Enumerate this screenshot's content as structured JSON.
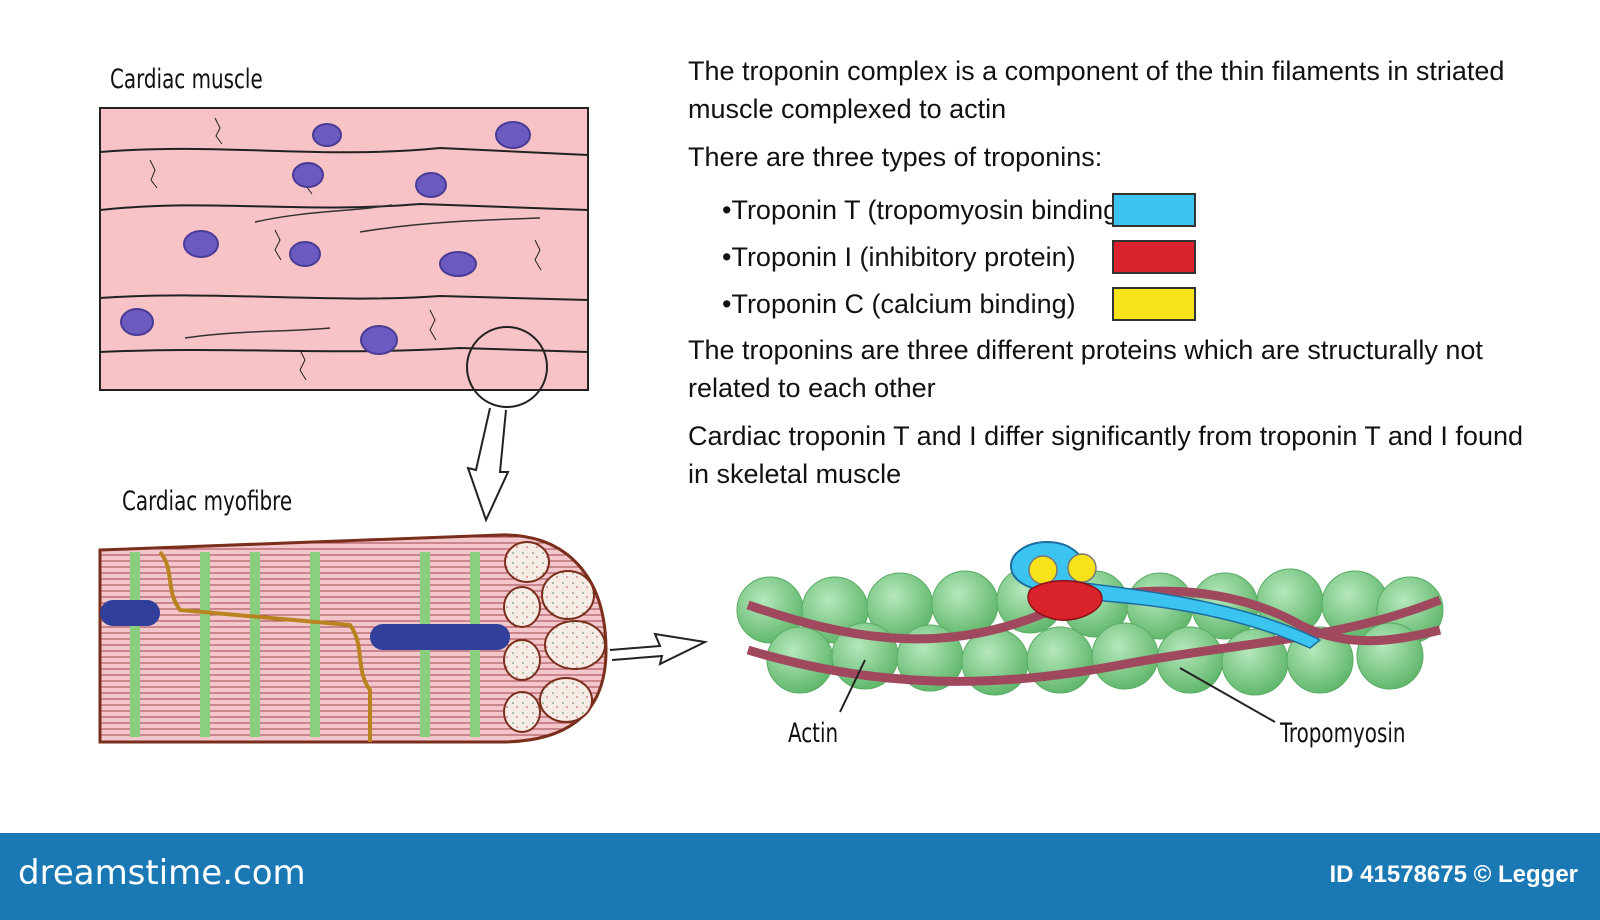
{
  "labels": {
    "cardiac_muscle": "Cardiac muscle",
    "cardiac_myofibre": "Cardiac myofibre",
    "actin": "Actin",
    "tropomyosin": "Tropomyosin"
  },
  "text": {
    "intro": "The troponin complex is a component of the thin filaments in striated muscle complexed to actin",
    "types_heading": "There are three types of troponins:",
    "troponins": [
      {
        "label": "•Troponin T (tropomyosin binding)",
        "color": "#3cc4f0"
      },
      {
        "label": "•Troponin I (inhibitory protein)",
        "color": "#d9222a"
      },
      {
        "label": "•Troponin C (calcium binding)",
        "color": "#f8e21a"
      }
    ],
    "note1": "The troponins are three different proteins which are structurally not related to each other",
    "note2": "Cardiac troponin T and I differ significantly from troponin T and I found in skeletal muscle"
  },
  "footer": {
    "brand": "dreamstime.com",
    "credit": "ID 41578675 © Legger"
  },
  "colors": {
    "muscle_fill": "#f7c3c6",
    "nucleus": "#6b5bc0",
    "actin": "#7fcf88",
    "tropomyosin": "#a0485e",
    "footer": "#1a78b4"
  }
}
